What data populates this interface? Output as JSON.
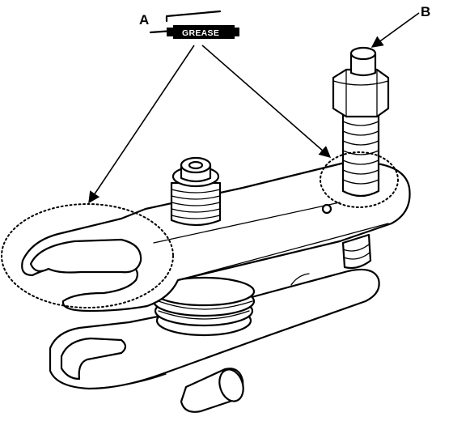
{
  "callouts": {
    "a_label": "A",
    "b_label": "B"
  },
  "grease_tube": {
    "label": "GREASE"
  }
}
